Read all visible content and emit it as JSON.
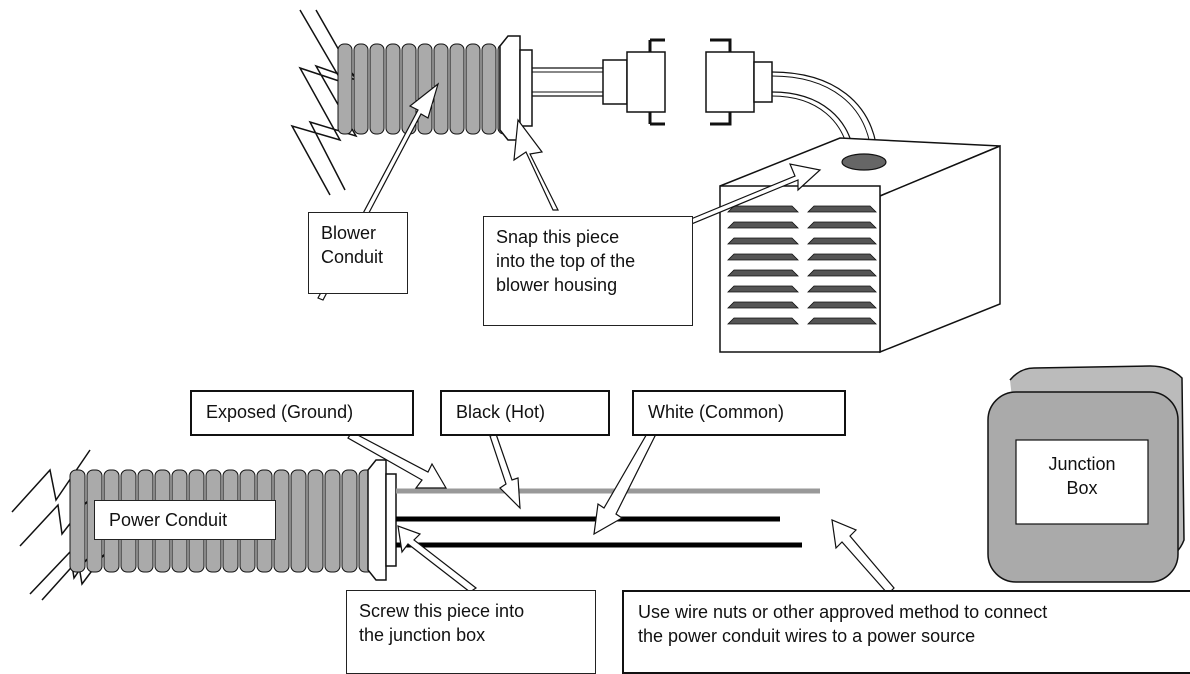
{
  "labels": {
    "blower_conduit": [
      "Blower",
      "Conduit"
    ],
    "snap_piece": [
      "Snap this piece",
      "into the top of the",
      "blower housing"
    ],
    "exposed_ground": "Exposed (Ground)",
    "black_hot": "Black (Hot)",
    "white_common": "White (Common)",
    "power_conduit": "Power Conduit",
    "junction_box": [
      "Junction",
      "Box"
    ],
    "screw_piece": [
      "Screw this piece into",
      "the junction box"
    ],
    "wire_nuts": [
      "Use wire nuts or other approved method to connect",
      "the power conduit wires to a power source"
    ]
  },
  "colors": {
    "line": "#111111",
    "conduit_fill": "#aaaaaa",
    "ground_wire": "#999999",
    "hot_wire": "#000000",
    "junction_box_fill": "#aaaaaa"
  }
}
